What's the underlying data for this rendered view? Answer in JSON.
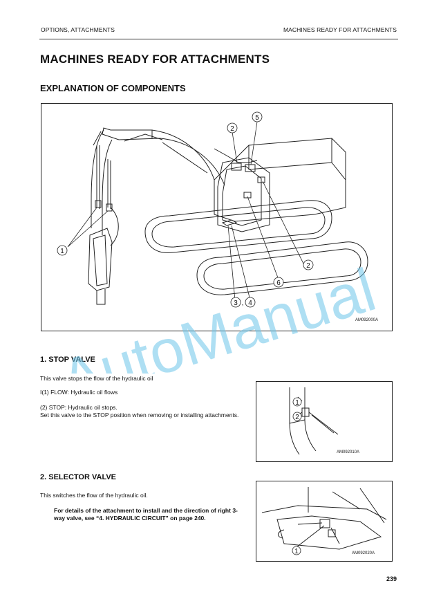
{
  "header": {
    "left": "OPTIONS, ATTACHMENTS",
    "right": "MACHINES READY FOR ATTACHMENTS"
  },
  "title": "MACHINES READY FOR ATTACHMENTS",
  "subtitle": "EXPLANATION OF COMPONENTS",
  "main_figure": {
    "id": "AM092000A",
    "callouts": [
      "1",
      "2",
      "5",
      "2",
      "6",
      "3",
      "4"
    ],
    "comma": ","
  },
  "section1": {
    "heading": "1. STOP VALVE",
    "intro": "This valve stops the flow of the hydraulic oil",
    "flow": "I(1) FLOW: Hydraulic oil flows",
    "stop": "(2) STOP: Hydraulic oil stops.",
    "body": "Set this valve to the STOP position when removing or installing attachments.",
    "figure_id": "AM092010A",
    "figure_callouts": [
      "1",
      "2"
    ]
  },
  "section2": {
    "heading": "2. SELECTOR VALVE",
    "intro": "This switches the flow of the hydraulic oil.",
    "note": "For details of the attachment to install and the direction of right 3-way valve, see “4. HYDRAULIC CIRCUIT” on page 240.",
    "figure_id": "AM092020A",
    "figure_callouts": [
      "1"
    ]
  },
  "watermark": "AutoManual",
  "page_number": "239",
  "colors": {
    "watermark": "#6cc4ea",
    "ink": "#111111"
  }
}
